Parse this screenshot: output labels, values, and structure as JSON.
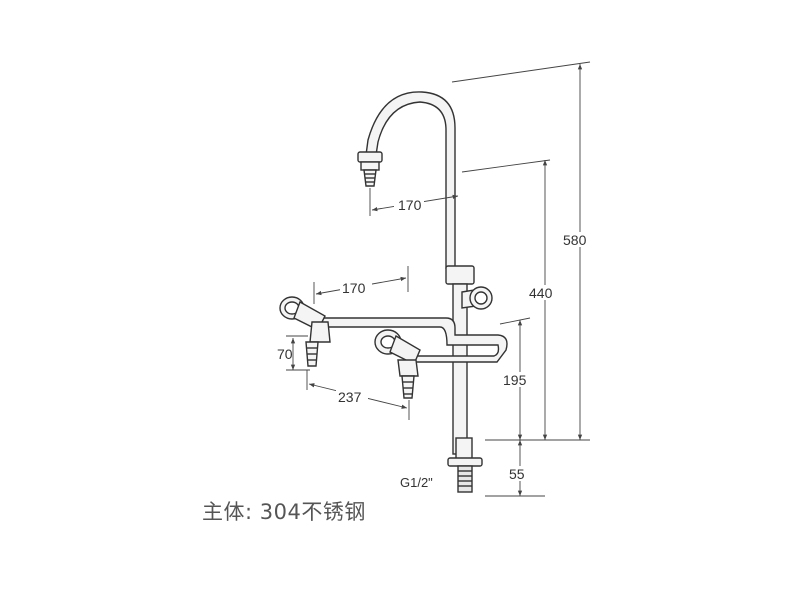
{
  "dimensions": {
    "spout_reach": "170",
    "valve_spacing_top": "170",
    "valve_drop": "70",
    "valve_spacing_bottom": "237",
    "height_valves": "195",
    "height_spout_tip": "440",
    "height_total": "580",
    "base_height": "55",
    "thread": "G1/2\""
  },
  "caption": "主体: 304不锈钢",
  "colors": {
    "line": "#333333",
    "pipe_fill": "#f4f4f4",
    "dim_line": "#444444"
  }
}
